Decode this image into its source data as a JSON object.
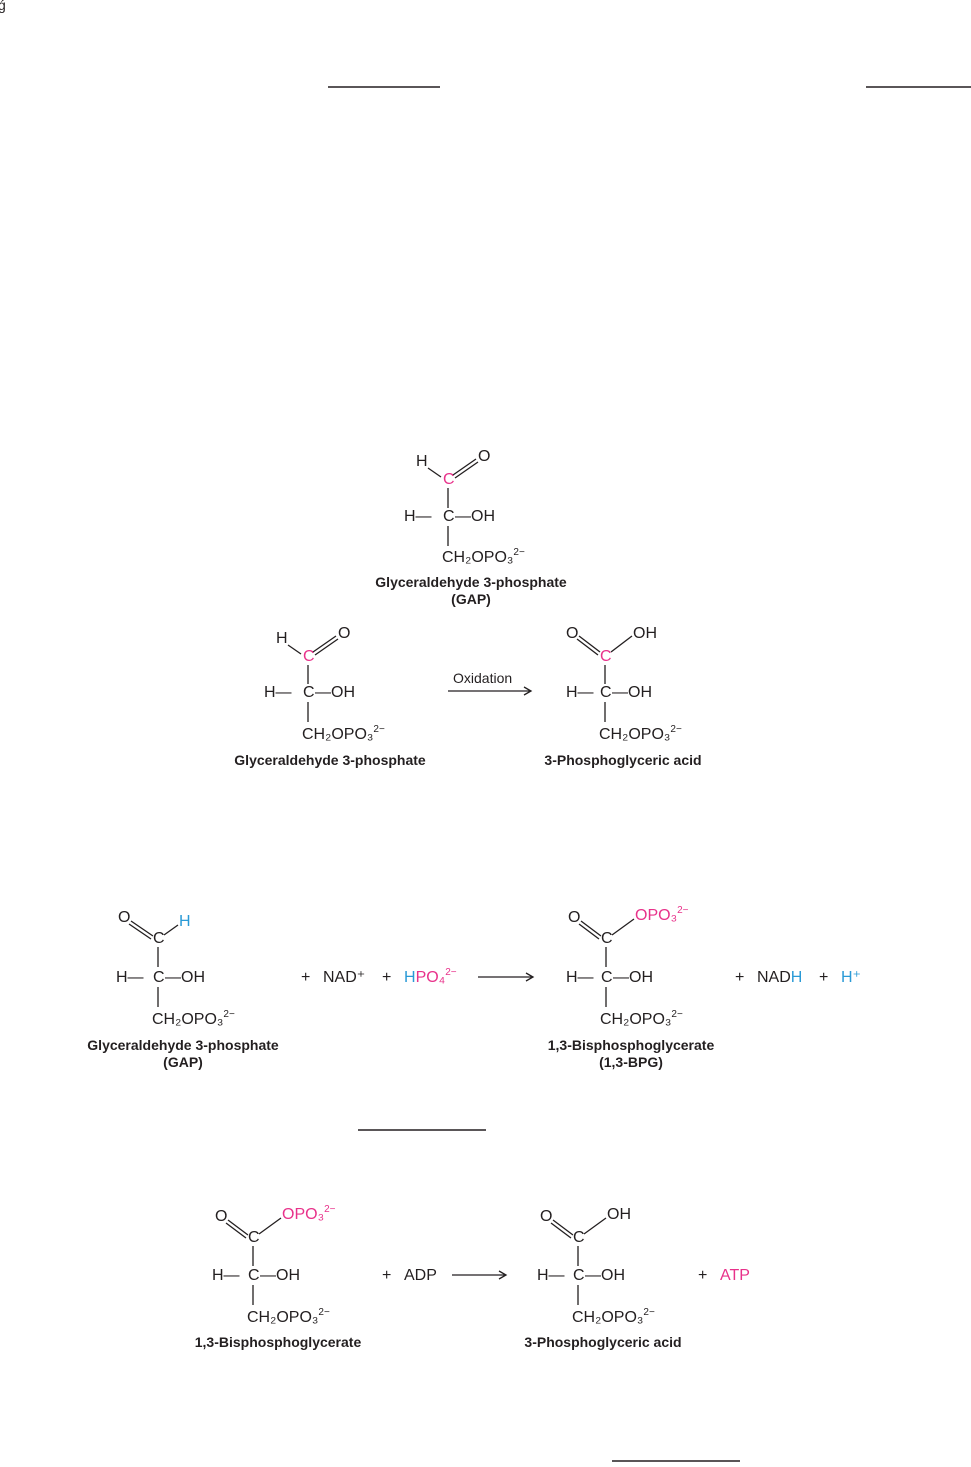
{
  "colors": {
    "ink": "#231f20",
    "accent_pink": "#e8318a",
    "accent_blue": "#2a9ad6"
  },
  "corner_mark": "ǵ",
  "atoms": {
    "H": "H",
    "O": "O",
    "C": "C",
    "OH": "OH",
    "dash_OH": "—OH",
    "H_dash": "H—",
    "CH2OPO3": "CH₂OPO₃",
    "charge": "2−",
    "OPO3": "OPO₃"
  },
  "figure1": {
    "caption_line1": "Glyceraldehyde 3-phosphate",
    "caption_line2": "(GAP)"
  },
  "figure2": {
    "left_caption": "Glyceraldehyde 3-phosphate",
    "arrow_label": "Oxidation",
    "right_caption": "3-Phosphoglyceric acid"
  },
  "figure3": {
    "plus1": "+",
    "nad_plus": "NAD⁺",
    "plus2": "+",
    "hpo4_h": "H",
    "hpo4_rest": "PO₄",
    "plus3": "+",
    "nadh_nad": "NAD",
    "nadh_h": "H",
    "plus4": "+",
    "h_plus": "H⁺",
    "left_caption_line1": "Glyceraldehyde 3-phosphate",
    "left_caption_line2": "(GAP)",
    "right_caption_line1": "1,3-Bisphosphoglycerate",
    "right_caption_line2": "(1,3-BPG)"
  },
  "figure4": {
    "plus1": "+",
    "adp": "ADP",
    "plus2": "+",
    "atp": "ATP",
    "left_caption": "1,3-Bisphosphoglycerate",
    "right_caption": "3-Phosphoglyceric acid"
  }
}
